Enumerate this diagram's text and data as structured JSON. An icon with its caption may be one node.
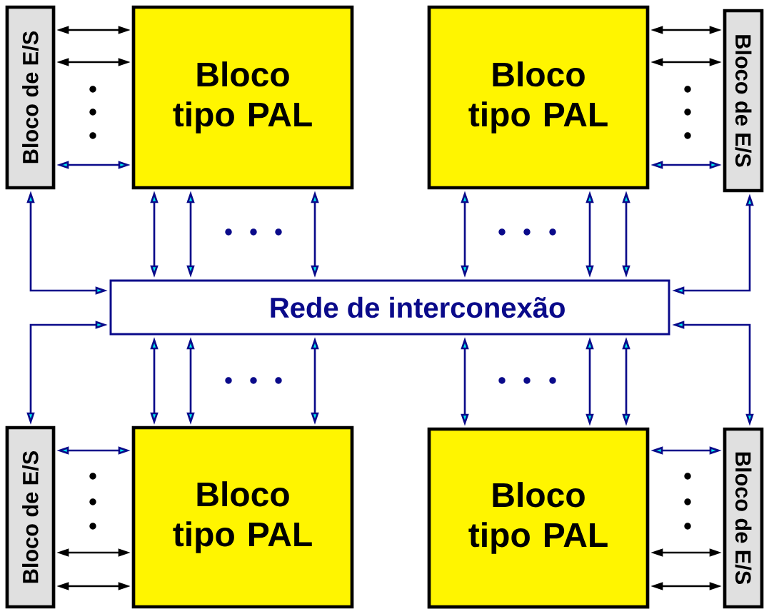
{
  "diagram": {
    "nodes": [
      {
        "text": [
          "Bloco de E/S"
        ]
      },
      {
        "text": [
          "Bloco tipo PAL"
        ]
      },
      {
        "text": [
          "Bloco tipo PAL"
        ]
      },
      {
        "text": [
          "Bloco de E/S"
        ]
      },
      {
        "text": [
          "Rede de interconexão"
        ]
      },
      {
        "text": [
          "Bloco de E/S"
        ]
      },
      {
        "text": [
          "Bloco tipo PAL"
        ]
      },
      {
        "text": [
          "Bloco tipo PAL"
        ]
      },
      {
        "text": [
          "Bloco de E/S"
        ]
      }
    ],
    "edges": [
      {
        "from": 0,
        "to": 1,
        "arrow": "both",
        "color": "#000000"
      },
      {
        "from": 0,
        "to": 1,
        "arrow": "both",
        "color": "#000000"
      },
      {
        "from": 0,
        "to": 1,
        "arrow": "both"
      },
      {
        "from": 2,
        "to": 3,
        "arrow": "both",
        "color": "#000000"
      },
      {
        "from": 2,
        "to": 3,
        "arrow": "both",
        "color": "#000000"
      },
      {
        "from": 2,
        "to": 3,
        "arrow": "both"
      },
      {
        "from": 5,
        "to": 6,
        "arrow": "both"
      },
      {
        "from": 5,
        "to": 6,
        "arrow": "both",
        "color": "#000000"
      },
      {
        "from": 5,
        "to": 6,
        "arrow": "both",
        "color": "#000000"
      },
      {
        "from": 7,
        "to": 8,
        "arrow": "both"
      },
      {
        "from": 7,
        "to": 8,
        "arrow": "both",
        "color": "#000000"
      },
      {
        "from": 7,
        "to": 8,
        "arrow": "both",
        "color": "#000000"
      },
      {
        "from": 1,
        "to": 4,
        "arrow": "both"
      },
      {
        "from": 1,
        "to": 4,
        "arrow": "both"
      },
      {
        "from": 1,
        "to": 4,
        "arrow": "both"
      },
      {
        "from": 2,
        "to": 4,
        "arrow": "both"
      },
      {
        "from": 2,
        "to": 4,
        "arrow": "both"
      },
      {
        "from": 2,
        "to": 4,
        "arrow": "both"
      },
      {
        "from": 4,
        "to": 6,
        "arrow": "both"
      },
      {
        "from": 4,
        "to": 6,
        "arrow": "both"
      },
      {
        "from": 4,
        "to": 6,
        "arrow": "both"
      },
      {
        "from": 4,
        "to": 7,
        "arrow": "both"
      },
      {
        "from": 4,
        "to": 7,
        "arrow": "both"
      },
      {
        "from": 4,
        "to": 7,
        "arrow": "both"
      },
      {
        "from": 0,
        "to": 4,
        "arrow": "both"
      },
      {
        "from": 3,
        "to": 4,
        "arrow": "both"
      },
      {
        "from": 4,
        "to": 5,
        "arrow": "both"
      },
      {
        "from": 4,
        "to": 8,
        "arrow": "both"
      }
    ]
  }
}
